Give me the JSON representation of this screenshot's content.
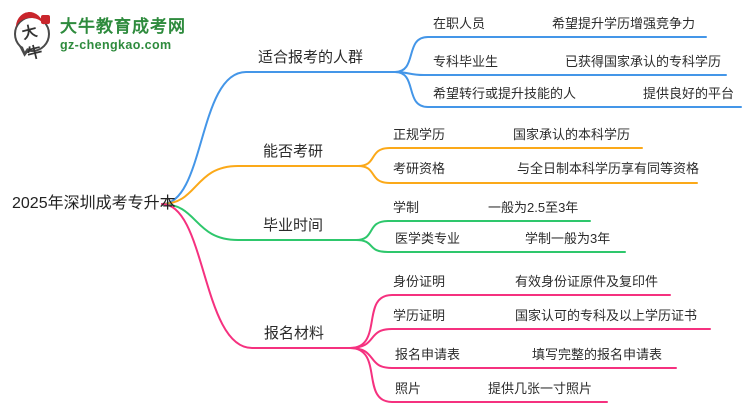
{
  "logo": {
    "title": "大牛教育成考网",
    "domain": "gz-chengkao.com",
    "mark_text": "大牛",
    "brand_green": "#2e8b3d",
    "brand_red": "#c9252c"
  },
  "root": {
    "label": "2025年深圳成考专升本"
  },
  "text_color": "#2b2b2b",
  "chart_data": {
    "type": "mindmap",
    "title": "2025年深圳成考专升本"
  },
  "branches": [
    {
      "label": "适合报考的人群",
      "color": "#4496e8",
      "children": [
        {
          "label": "在职人员",
          "desc": "希望提升学历增强竞争力"
        },
        {
          "label": "专科毕业生",
          "desc": "已获得国家承认的专科学历"
        },
        {
          "label": "希望转行或提升技能的人",
          "desc": "提供良好的平台"
        }
      ]
    },
    {
      "label": "能否考研",
      "color": "#fba919",
      "children": [
        {
          "label": "正规学历",
          "desc": "国家承认的本科学历"
        },
        {
          "label": "考研资格",
          "desc": "与全日制本科学历享有同等资格"
        }
      ]
    },
    {
      "label": "毕业时间",
      "color": "#2ec76c",
      "children": [
        {
          "label": "学制",
          "desc": "一般为2.5至3年"
        },
        {
          "label": "医学类专业",
          "desc": "学制一般为3年"
        }
      ]
    },
    {
      "label": "报名材料",
      "color": "#f5317f",
      "children": [
        {
          "label": "身份证明",
          "desc": "有效身份证原件及复印件"
        },
        {
          "label": "学历证明",
          "desc": "国家认可的专科及以上学历证书"
        },
        {
          "label": "报名申请表",
          "desc": "填写完整的报名申请表"
        },
        {
          "label": "照片",
          "desc": "提供几张一寸照片"
        }
      ]
    }
  ]
}
